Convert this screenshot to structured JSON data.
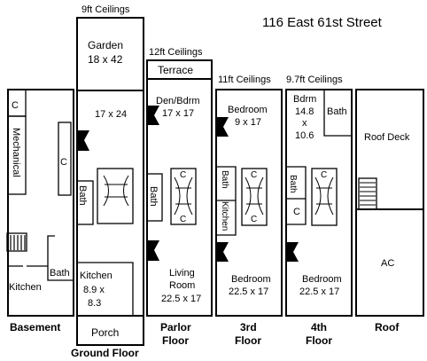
{
  "address": "116 East 61st Street",
  "ceilings": {
    "ground": "9ft Ceilings",
    "parlor": "12ft Ceilings",
    "third": "11ft Ceilings",
    "fourth": "9.7ft Ceilings"
  },
  "floors": {
    "basement": {
      "label": "Basement",
      "rooms": {
        "c": "C",
        "mechanical": "Mechanical",
        "closet": "C",
        "bath": "Bath",
        "kitchen": "Kitchen"
      }
    },
    "ground": {
      "label": "Ground Floor",
      "rooms": {
        "garden": "Garden",
        "garden_dim": "18 x 42",
        "main_dim": "17 x 24",
        "bath": "Bath",
        "kitchen": "Kitchen",
        "kitchen_dim1": "8.9 x",
        "kitchen_dim2": "8.3",
        "porch": "Porch"
      }
    },
    "parlor": {
      "label1": "Parlor",
      "label2": "Floor",
      "rooms": {
        "terrace": "Terrace",
        "den": "Den/Bdrm",
        "den_dim": "17 x 17",
        "bath": "Bath",
        "c_top": "C",
        "c_bottom": "C",
        "living": "Living",
        "living2": "Room",
        "living_dim": "22.5 x 17"
      }
    },
    "third": {
      "label1": "3rd",
      "label2": "Floor",
      "rooms": {
        "bedroom_top": "Bedroom",
        "bedroom_top_dim": "9 x 17",
        "bath": "Bath",
        "kitchen": "Kitchen",
        "c_top": "C",
        "c_bottom": "C",
        "bedroom_bottom": "Bedroom",
        "bedroom_bottom_dim": "22.5 x 17"
      }
    },
    "fourth": {
      "label1": "4th",
      "label2": "Floor",
      "rooms": {
        "bdrm": "Bdrm",
        "bdrm_dim1": "14.8",
        "bdrm_dim2": "x",
        "bdrm_dim3": "10.6",
        "bath_top": "Bath",
        "bath_left": "Bath",
        "c_side": "C",
        "c_stair": "C",
        "bedroom": "Bedroom",
        "bedroom_dim": "22.5 x 17"
      }
    },
    "roof": {
      "label": "Roof",
      "rooms": {
        "deck": "Roof Deck",
        "ac": "AC"
      }
    }
  }
}
